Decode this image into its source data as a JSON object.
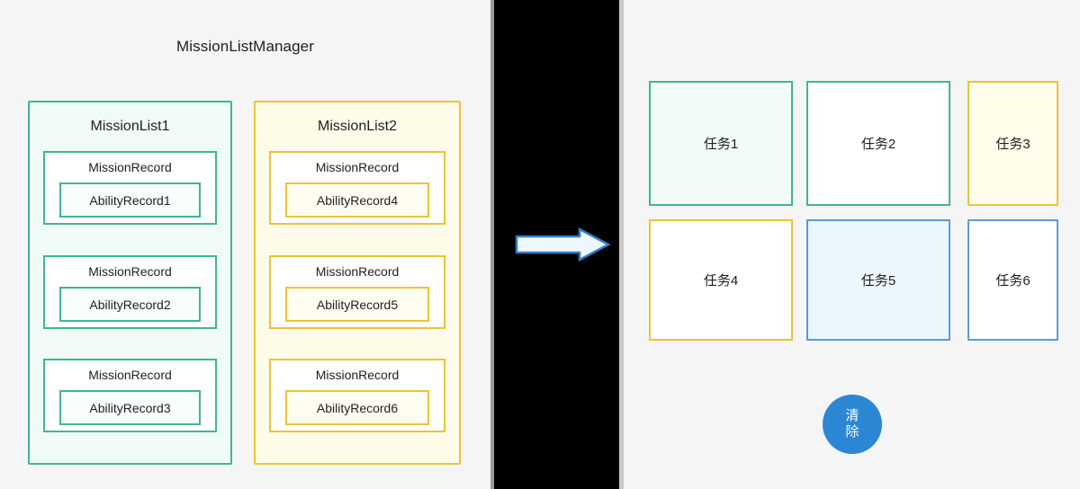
{
  "diagram": {
    "title": "MissionListManager",
    "lists": [
      {
        "name": "MissionList1",
        "theme": "teal",
        "records": [
          {
            "label": "MissionRecord",
            "ability": "AbilityRecord1"
          },
          {
            "label": "MissionRecord",
            "ability": "AbilityRecord2"
          },
          {
            "label": "MissionRecord",
            "ability": "AbilityRecord3"
          }
        ]
      },
      {
        "name": "MissionList2",
        "theme": "yellow",
        "records": [
          {
            "label": "MissionRecord",
            "ability": "AbilityRecord4"
          },
          {
            "label": "MissionRecord",
            "ability": "AbilityRecord5"
          },
          {
            "label": "MissionRecord",
            "ability": "AbilityRecord6"
          }
        ]
      }
    ]
  },
  "connector": {
    "icon": "right-arrow-icon",
    "fill": "#eef7fd",
    "stroke": "#2e7ec4"
  },
  "tasks": {
    "cards": [
      {
        "label": "任务1",
        "border": "teal",
        "fill": "mint"
      },
      {
        "label": "任务2",
        "border": "teal",
        "fill": "white"
      },
      {
        "label": "任务3",
        "border": "yellow",
        "fill": "cream"
      },
      {
        "label": "任务4",
        "border": "yellow",
        "fill": "white"
      },
      {
        "label": "任务5",
        "border": "blue",
        "fill": "ice"
      },
      {
        "label": "任务6",
        "border": "blue",
        "fill": "white"
      }
    ],
    "clear_button": {
      "line1": "清",
      "line2": "除",
      "color": "#2b87d3"
    }
  },
  "colors": {
    "background": "#f5f5f5",
    "teal": "#3cb795",
    "yellow": "#edc432",
    "blue": "#5b9bd5",
    "panel_black": "#000000"
  }
}
